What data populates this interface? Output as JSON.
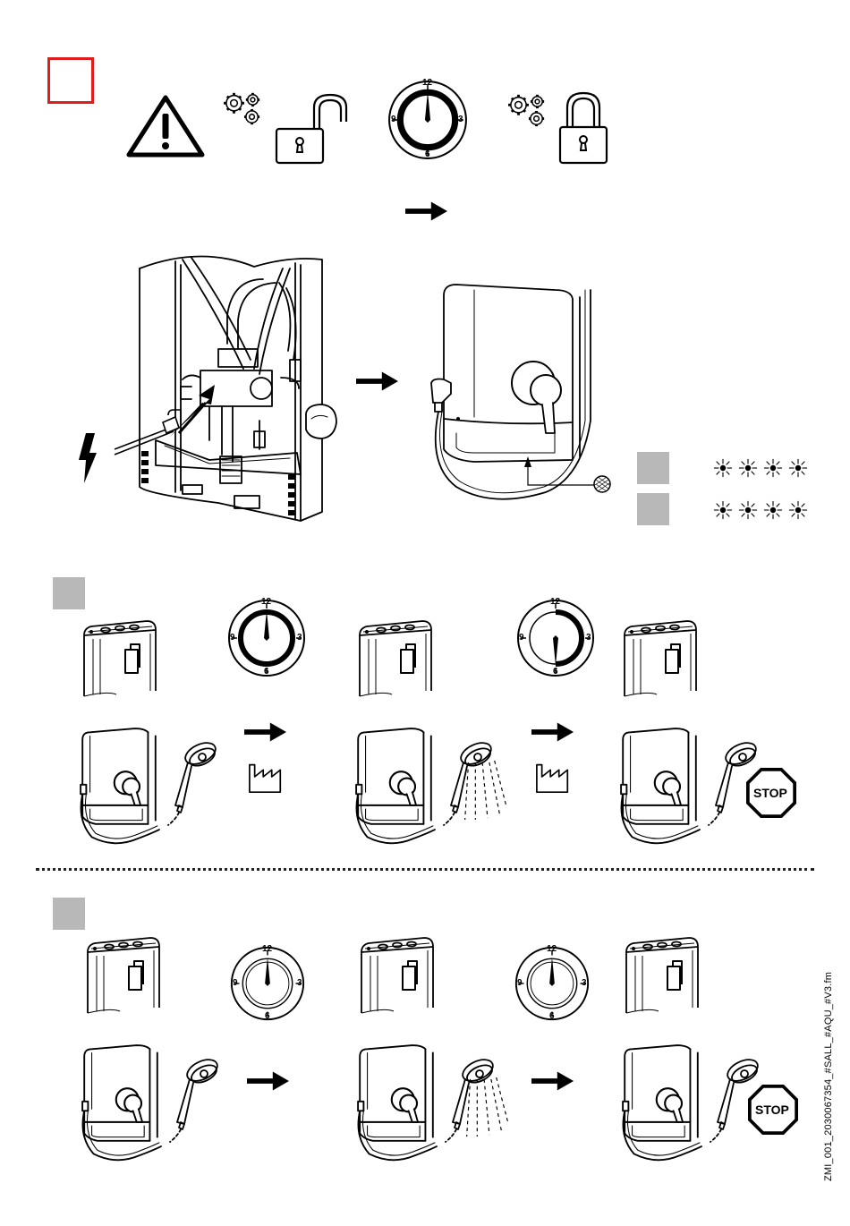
{
  "clock": {
    "n12": "12",
    "n3": "3",
    "n6": "6",
    "n9": "9"
  },
  "stop": {
    "label": "STOP"
  },
  "footer": {
    "doc_id": "ZMI_001_2030067354_#SALL_#AQU_#V3.fm"
  },
  "icons": [
    "warning-triangle-icon",
    "gears-icon",
    "padlock-open-icon",
    "padlock-closed-icon",
    "clock-icon",
    "arrow-right-icon",
    "lightning-icon",
    "factory-icon",
    "stop-sign-icon",
    "shower-head-icon",
    "led-flash-icon"
  ],
  "colors": {
    "marker_red": "#e01d1d",
    "gray_box": "#b8b8b8",
    "ink": "#000000"
  }
}
